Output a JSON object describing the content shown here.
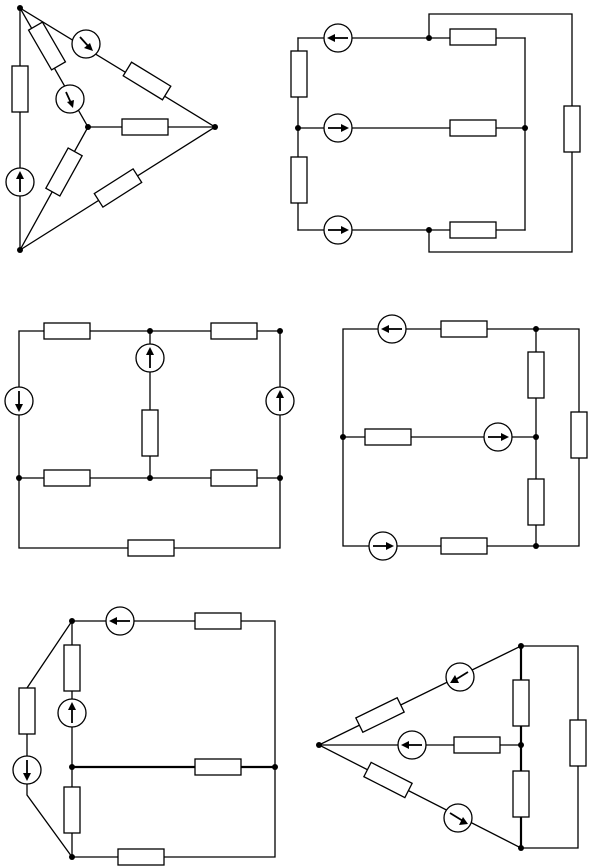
{
  "colors": {
    "ink": "#000000",
    "paper": "#ffffff"
  },
  "circuits": [
    "triangle-star-circuit",
    "three-branch-bridge-circuit",
    "two-mesh-ladder-circuit",
    "four-branch-circuit",
    "outer-loop-circuit",
    "star-feed-circuit"
  ],
  "symbols": {
    "resistor": "resistor-icon",
    "source": "current-source-icon",
    "node": "junction-dot"
  }
}
